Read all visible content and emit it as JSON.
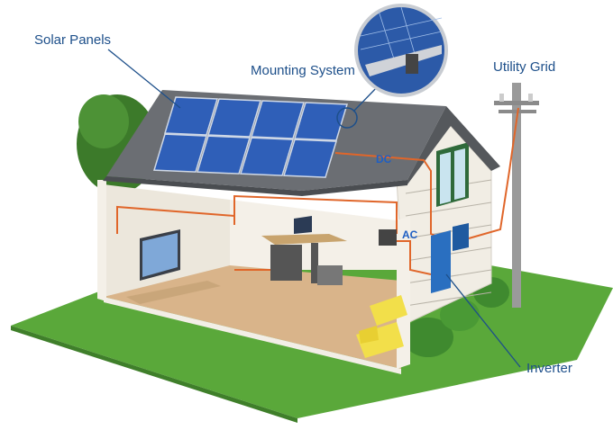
{
  "labels": {
    "solar_panels": "Solar Panels",
    "mounting_system": "Mounting System",
    "utility_grid": "Utility Grid",
    "inverter": "Inverter",
    "dc": "DC",
    "ac": "AC"
  },
  "colors": {
    "label_text": "#1d4f8a",
    "wiring": "#e0662a",
    "grass": "#5aa83a",
    "panel": "#2f5fb8",
    "roof": "#6b6e73"
  }
}
